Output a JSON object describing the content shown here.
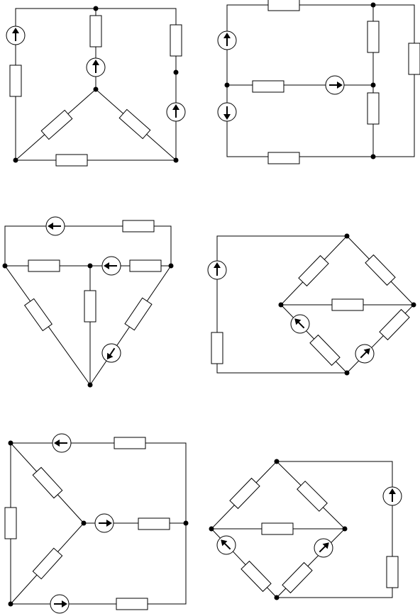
{
  "sheet": {
    "background": "#ffffff",
    "line_color": "#000000"
  },
  "circuits": [
    {
      "id": "c1",
      "element_type": "resistor"
    },
    {
      "id": "c2",
      "element_type": "resistor"
    },
    {
      "id": "c3",
      "element_type": "resistor"
    },
    {
      "id": "c4",
      "element_type": "resistor"
    },
    {
      "id": "c5",
      "element_type": "resistor"
    },
    {
      "id": "c6",
      "element_type": "resistor"
    }
  ]
}
